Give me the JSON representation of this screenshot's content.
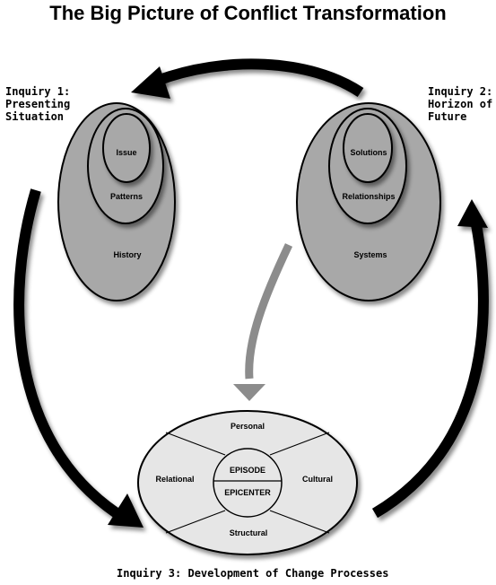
{
  "title": "The Big Picture of Conflict Transformation",
  "inquiry1": {
    "line1": "Inquiry 1:",
    "line2": "Presenting",
    "line3": "Situation"
  },
  "inquiry2": {
    "line1": "Inquiry 2:",
    "line2": "Horizon of",
    "line3": "Future"
  },
  "inquiry3": {
    "text": "Inquiry 3: Development of Change Processes"
  },
  "left_circles": {
    "inner": "Issue",
    "middle": "Patterns",
    "outer": "History"
  },
  "right_circles": {
    "inner": "Solutions",
    "middle": "Relationships",
    "outer": "Systems"
  },
  "bottom_ellipse": {
    "top": "Personal",
    "left": "Relational",
    "right": "Cultural",
    "bottom": "Structural",
    "center_top": "EPISODE",
    "center_bottom": "EPICENTER"
  },
  "colors": {
    "fill_dark": "#a8a8a8",
    "fill_light": "#e6e6e6",
    "arrow_black": "#000000",
    "arrow_gray": "#8c8c8c"
  }
}
